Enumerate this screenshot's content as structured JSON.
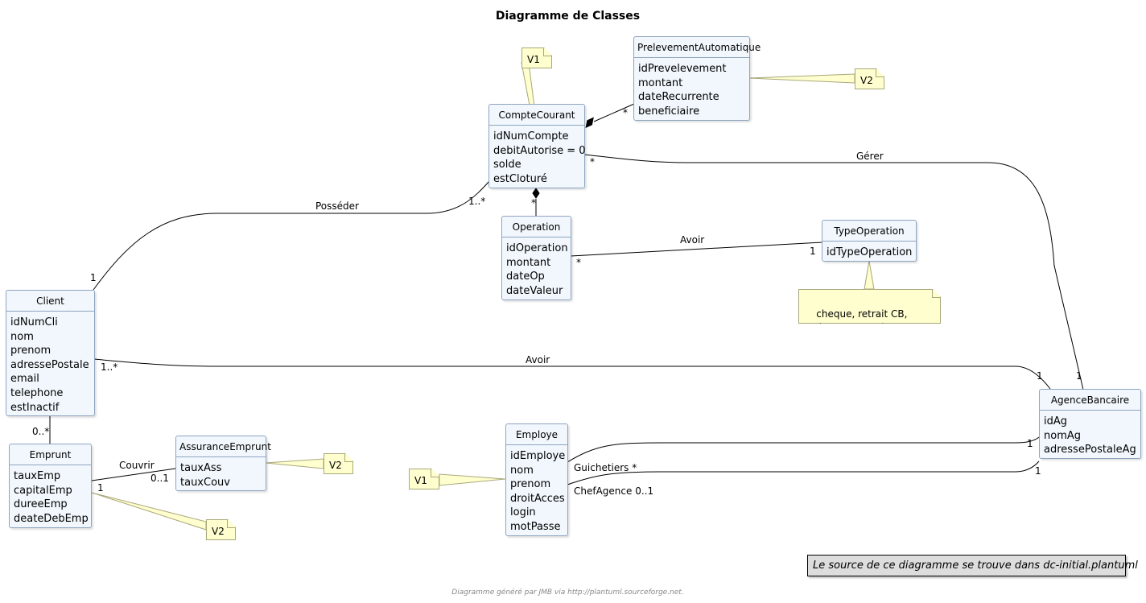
{
  "title": "Diagramme de Classes",
  "footer": "Diagramme généré par JMB via http://plantuml.sourceforge.net.",
  "legend": "Le source de ce diagramme se trouve dans dc-initial.plantuml",
  "colors": {
    "class_fill": "#f1f7fd",
    "class_border": "#8ea4bf",
    "note_fill": "#fefece",
    "line": "#000000",
    "legend_fill": "#dddddd"
  },
  "classes": {
    "prelevement": {
      "name": "PrelevementAutomatique",
      "attributes": [
        "idPrevelevement",
        "montant",
        "dateRecurrente",
        "beneficiaire"
      ]
    },
    "compte": {
      "name": "CompteCourant",
      "attributes": [
        "idNumCompte",
        "debitAutorise = 0",
        "solde",
        "estCloturé"
      ]
    },
    "operation": {
      "name": "Operation",
      "attributes": [
        "idOperation",
        "montant",
        "dateOp",
        "dateValeur"
      ]
    },
    "typeop": {
      "name": "TypeOperation",
      "attributes": [
        "idTypeOperation"
      ]
    },
    "client": {
      "name": "Client",
      "attributes": [
        "idNumCli",
        "nom",
        "prenom",
        "adressePostale",
        "email",
        "telephone",
        "estInactif"
      ]
    },
    "agence": {
      "name": "AgenceBancaire",
      "attributes": [
        "idAg",
        "nomAg",
        "adressePostaleAg"
      ]
    },
    "emprunt": {
      "name": "Emprunt",
      "attributes": [
        "tauxEmp",
        "capitalEmp",
        "dureeEmp",
        "deateDebEmp"
      ]
    },
    "assurance": {
      "name": "AssuranceEmprunt",
      "attributes": [
        "tauxAss",
        "tauxCouv"
      ]
    },
    "employe": {
      "name": "Employe",
      "attributes": [
        "idEmploye",
        "nom",
        "prenom",
        "droitAcces",
        "login",
        "motPasse"
      ]
    }
  },
  "notes": {
    "v1_compte": "V1",
    "v2_prelevement": "V2",
    "typeop": "cheque, retrait CB,\n paiement CB, virement, ...",
    "v2_assurance": "V2",
    "v2_emprunt": "V2",
    "v1_employe": "V1"
  },
  "associations": {
    "posseder": {
      "name": "Posséder",
      "client_mult": "1",
      "compte_mult": "1..*"
    },
    "gerer": {
      "name": "Gérer",
      "compte_mult": "*",
      "agence_mult": "1"
    },
    "avoir_type": {
      "name": "Avoir",
      "operation_mult": "*",
      "type_mult": "1"
    },
    "avoir_agence": {
      "name": "Avoir",
      "client_mult": "1..*",
      "agence_mult": "1"
    },
    "compte_prelevement": {
      "prelevement_mult": "*"
    },
    "compte_operation": {
      "operation_mult": "*"
    },
    "client_emprunt": {
      "emprunt_mult": "0..*"
    },
    "couvrir": {
      "name": "Couvrir",
      "emprunt_mult": "1",
      "assurance_mult": "0..1"
    },
    "guichetiers": {
      "role": "Guichetiers *",
      "agence_mult": "1"
    },
    "chefagence": {
      "role": "ChefAgence 0..1",
      "agence_mult": "1"
    }
  }
}
